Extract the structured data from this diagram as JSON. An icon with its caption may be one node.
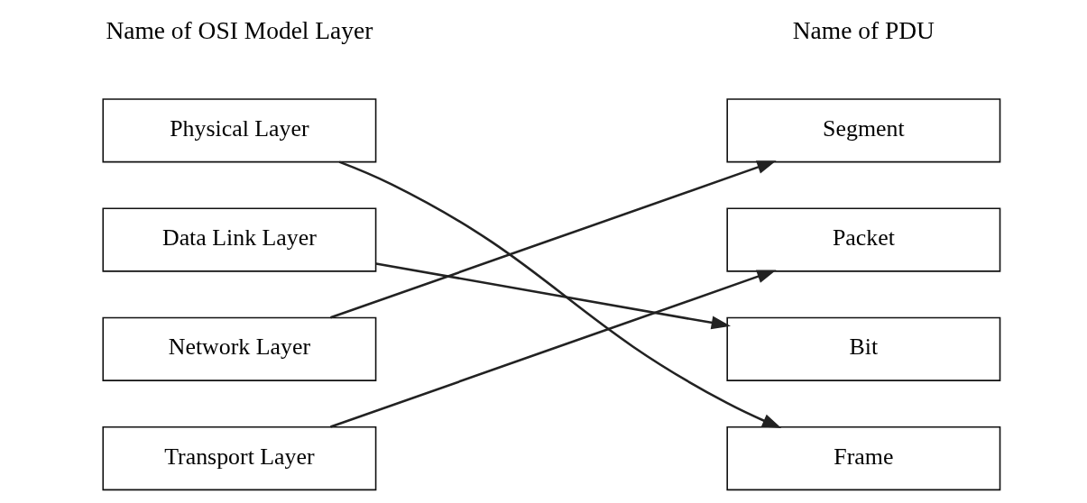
{
  "diagram": {
    "nodes": [
      {
        "text": [
          "Physical Layer"
        ]
      },
      {
        "text": [
          "Data Link Layer"
        ]
      },
      {
        "text": [
          "Network Layer"
        ]
      },
      {
        "text": [
          "Transport Layer"
        ]
      },
      {
        "text": [
          "Segment"
        ]
      },
      {
        "text": [
          "Packet"
        ]
      },
      {
        "text": [
          "Bit"
        ]
      },
      {
        "text": [
          "Frame"
        ]
      }
    ],
    "edges": [
      {
        "from": 0,
        "to": 7,
        "arrow": "to"
      },
      {
        "from": 1,
        "to": 6,
        "arrow": "to"
      },
      {
        "from": 2,
        "to": 4,
        "arrow": "to"
      },
      {
        "from": 3,
        "to": 5,
        "arrow": "to"
      }
    ],
    "labels": [
      "Name of OSI Model Layer",
      "Name of PDU"
    ]
  }
}
